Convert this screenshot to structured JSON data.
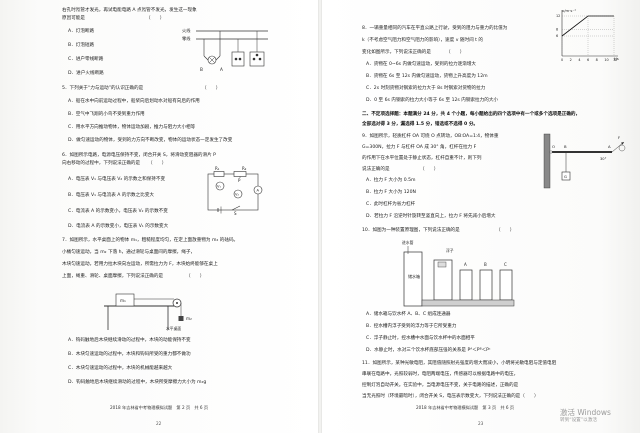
{
  "left": {
    "q4_stem_l1": "右孔时氖管才发光，再试电能电路 A 点氖管不发光，发生这一现象",
    "q4_stem_l2": "原因可能是",
    "q4_opts": [
      "A．灯泡断路",
      "B．灯泡短路",
      "C．进户零线断路",
      "D．进户火线断路"
    ],
    "q4_fig_label1": "火线",
    "q4_fig_label2": "零线",
    "q4_fig_pts": [
      "B",
      "A"
    ],
    "q5_stem": "5．下列关于“力与运动”的认识正确的是",
    "q5_opts": [
      "A．船在水中向前运动过程中，船桨向后划动水对船有向后的作用",
      "B．空气中飞翔的小鸟不受到重力作用",
      "C．用水平方向推动物体，物体运动加剧，推力与阻力大小相等",
      "D．做匀速运动的物体，受到的力方向不断改变，物体的运动状态一定发生了改变"
    ],
    "q6_stem_l1": "6．如图所示电路，电源电压保持不变，闭合开关 S，将滑动变阻器的滑片 P",
    "q6_stem_l2": "向右移动的过程中，下列说法正确的是",
    "q6_opts": [
      "A．电压表 V₁ 与电压表 V₂ 的示数之和保持不变",
      "B．电压表 V₁ 与电流表 A 的示数之比变大",
      "C．电流表 A 的示数变小，电压表 V₂ 的示数不变",
      "D．电流表 A 的示数变小，电压表 V₁ 的示数变大"
    ],
    "q6_fig_labels": [
      "R₁",
      "P",
      "R₂",
      "V₁",
      "V₂",
      "A",
      "S"
    ],
    "q7_stem_l1": "7．如图所示，水平桌面上的物体 m₁，粗糙程度均匀，在定上面放重物为 m₂ 的砝码。",
    "q7_stem_l2": "小桶匀速运动，当 m₂ 下落 h，通过滑轮与桌面间的摩擦，绳子，",
    "q7_stem_l3": "木块匀速运动，若用力拉木块向左运动，所需拉力为 F，木块始终能够在桌上",
    "q7_stem_l4": "上面，绳重、滑轮、桌面摩擦，下列说法正确的是",
    "q7_opts": [
      "A．钩码触地后木块继续滑动的过程中，木块的动能保持不变",
      "B．木块匀速运动的过程中，木块和钩码所受的重力都不做功",
      "C．木块匀速运动的过程中，木块的机械能越来越大",
      "D．钩码触地后木块继续滑动的过程中，木块所受摩擦力大小为 m₂g"
    ],
    "q7_fig_labels": [
      "m₁",
      "m₂",
      "水平桌面"
    ],
    "footer": "2018 年吉林省中考物理模拟试题　第 2 页　共 6 页",
    "page_number": "22"
  },
  "right": {
    "q8_stem_l1": "8．一辆重量相同的汽车在平直公路上行驶，受到的阻力与重力的比值为",
    "q8_stem_l2": "k（不考虑空气阻力和空气阻力的影响），速度 v 随时间 t 的",
    "q8_stem_l3": "变化如图所示，下列说法正确的是",
    "q8_opts": [
      "A．货物在 0~6s 内做匀速运动，受到的拉力逐渐增大",
      "B．货物在 6s 至 12s 内做匀速运动，货物上升高度为 12m",
      "C．2s 时刻货物对钢索的拉力大于 8s 时钢索对货物的拉力",
      "D．0 至 6s 内钢索的拉力大小等于 6s 至 12s 内钢索拉力的大小"
    ],
    "q8_chart": {
      "type": "line",
      "title": "",
      "xlabel": "t/s",
      "ylabel": "v/m·s⁻¹",
      "x": [
        0,
        6,
        12
      ],
      "y": [
        6,
        12,
        12
      ],
      "xticks": [
        "0",
        "2",
        "4",
        "6",
        "8",
        "10",
        "12"
      ],
      "yticks": [
        "6",
        "8",
        "12"
      ],
      "xlim": [
        0,
        12
      ],
      "ylim": [
        0,
        12
      ]
    },
    "sec2_title": "二、不定项选择题：本题满分 24 分，共 4 个小题，每小题给出的四个选项中有一个或多个选项是正确的，",
    "sec2_title_l2": "全部选对得 3 分，漏选得 1.5 分，错选或不选得 0 分。",
    "q9_stem_l1": "9．如图所示，轻质杠杆 OA 可绕 O 点转动，OB∶OA=1∶4，物体重",
    "q9_stem_l2": "G=300N，拉力 F 与杠杆 OA 成 30° 角，杠杆在拉力 F",
    "q9_stem_l3": "的作用下在水平位置处于静止状态，杠杆自重不计，则下列",
    "q9_stem_l4": "说法正确的是",
    "q9_opts": [
      "A．拉力 F 大小为 0.5m",
      "B．拉力 F 大小为 120N",
      "C．此时杠杆为省力杠杆",
      "D．若拉力 F 沿逆时针旋转至竖直向上，拉力 F 将先减小后增大"
    ],
    "q9_fig_labels": [
      "O",
      "B",
      "A",
      "30°",
      "F",
      "G"
    ],
    "q10_stem": "10．如图为一种装置原理图，下列说法正确的是",
    "q10_opts": [
      "A．储水箱与饮水杯 A、B、C 组成连通器",
      "B．控水槽内浮子受到的浮力等于它所受重力",
      "C．浮子静止时，控水槽中水面与饮水杯中的水面相平",
      "D．水静止时，水对三个饮水杯底部压强的关系是 Pᴬ＜Pᴮ＜Pᶜ"
    ],
    "q10_fig_labels": [
      "储水箱",
      "进水管",
      "浮子",
      "A",
      "B",
      "C"
    ],
    "q11_stem_l1": "11．如图所示，某种光敏电阻，其阻值随照射光强度的增大而减小，小明将光敏电阻与定值电阻",
    "q11_stem_l2": "串联在电路中，光照较弱时，电阻两端电压，传感器可以根据电路中的电压，",
    "q11_stem_l3": "控制灯泡自动开关。在实验中，当电源电压不变，关于电路的描述，正确的是",
    "q11_stem_l4": "当无光照时（环境最暗时），闭合开关 S，电压表示数变大，下列说法正确的是（　　）",
    "footer": "2018 年吉林省中考物理模拟试题　第 3 页　共 6 页",
    "page_number": "23"
  },
  "answer_brackets": "（　　）",
  "watermark": {
    "line1": "激活 Windows",
    "line2": "转到“设置”以激活"
  }
}
